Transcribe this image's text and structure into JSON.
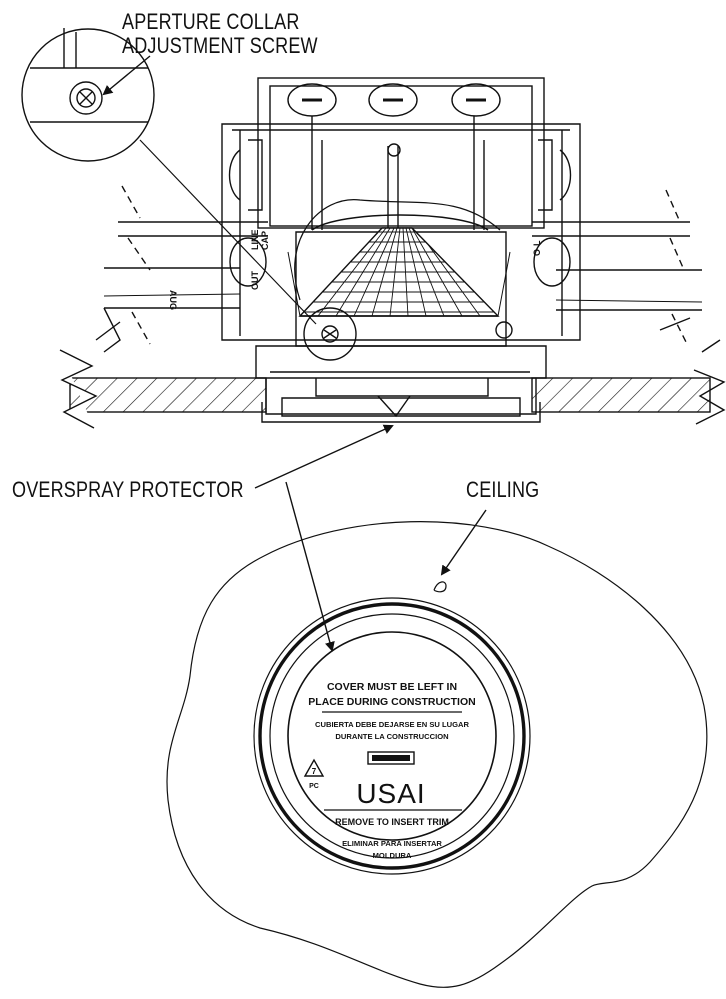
{
  "callouts": {
    "aperture_line1": "APERTURE COLLAR",
    "aperture_line2": "ADJUSTMENT SCREW",
    "overspray": "OVERSPRAY PROTECTOR",
    "ceiling": "CEILING"
  },
  "fixture_marks": {
    "line": "LINE",
    "cap": "CAP",
    "out": "OUT",
    "aug": "AUG",
    "side_l": "L",
    "side_o": "O"
  },
  "cover": {
    "line1": "COVER MUST BE LEFT IN",
    "line2": "PLACE DURING CONSTRUCTION",
    "line3": "CUBIERTA DEBE DEJARSE EN SU LUGAR",
    "line4": "DURANTE LA CONSTRUCCION",
    "recycle_code": "7",
    "recycle_material": "PC",
    "brand": "USAI",
    "line5": "REMOVE TO INSERT TRIM",
    "line6": "ELIMINAR PARA INSERTAR",
    "line7": "MOLDURA"
  },
  "colors": {
    "ink": "#111111",
    "paper": "#ffffff"
  }
}
